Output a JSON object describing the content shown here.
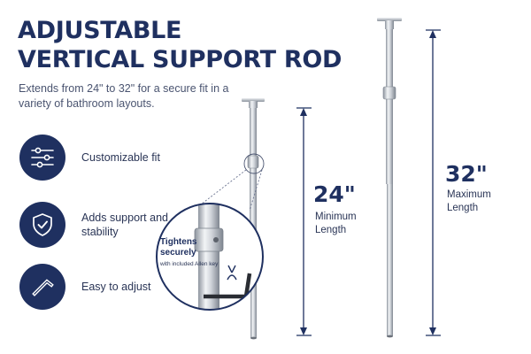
{
  "title_line1": "ADJUSTABLE",
  "title_line2": "VERTICAL SUPPORT ROD",
  "subtitle": "Extends from 24\" to 32\" for a secure fit in a variety of bathroom layouts.",
  "features": [
    {
      "icon": "sliders-icon",
      "label": "Customizable fit"
    },
    {
      "icon": "shield-check-icon",
      "label": "Adds support and stability"
    },
    {
      "icon": "allen-key-icon",
      "label": "Easy to adjust"
    }
  ],
  "callout": {
    "main": "Tightens securely",
    "sub": "with included Allen key"
  },
  "short_rod": {
    "value": "24\"",
    "caption1": "Minimum",
    "caption2": "Length"
  },
  "long_rod": {
    "value": "32\"",
    "caption1": "Maximum",
    "caption2": "Length"
  },
  "colors": {
    "navy": "#1f3060",
    "steel": "#c9ced6"
  }
}
